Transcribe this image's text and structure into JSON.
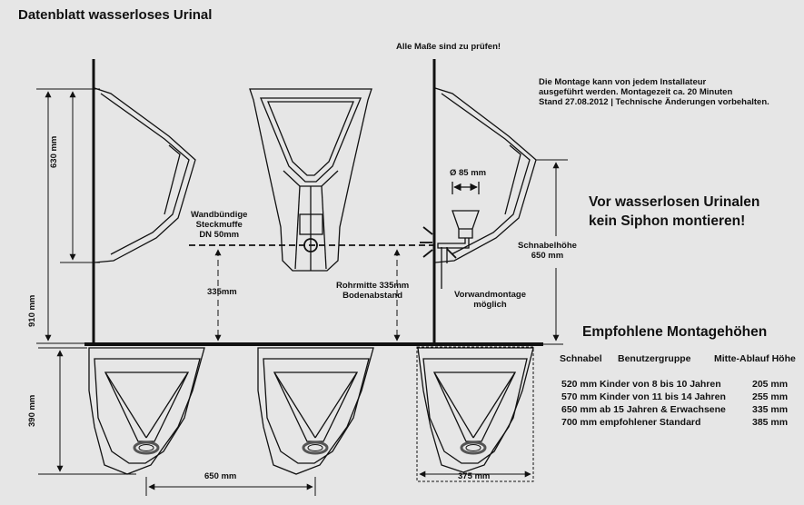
{
  "title": "Datenblatt wasserloses Urinal",
  "notice_check": "Alle Maße sind zu prüfen!",
  "info_lines": [
    "Die Montage kann von jedem Installateur",
    "ausgeführt werden. Montagezeit ca. 20 Minuten",
    "Stand 27.08.2012 | Technische Änderungen vorbehalten."
  ],
  "warning_lines": [
    "Vor wasserlosen Urinalen",
    "kein Siphon montieren!"
  ],
  "labels": {
    "dim_630": "630 mm",
    "dim_910": "910 mm",
    "dim_390": "390 mm",
    "dim_650_spacing": "650 mm",
    "dim_375": "375 mm",
    "dim_335": "335mm",
    "diameter_85": "Ø 85 mm",
    "socket_lines": [
      "Wandbündige",
      "Steckmuffe",
      "DN 50mm"
    ],
    "pipe_center_lines": [
      "Rohrmitte 335mm",
      "Bodenabstand"
    ],
    "front_wall_lines": [
      "Vorwandmontage",
      "möglich"
    ],
    "spout_height_lines": [
      "Schnabelhöhe",
      "650 mm"
    ]
  },
  "table": {
    "title": "Empfohlene Montagehöhen",
    "headers": [
      "Schnabel",
      "Benutzergruppe",
      "Mitte-Ablauf Höhe"
    ],
    "rows": [
      {
        "spout": "520 mm",
        "group": "Kinder von 8 bis 10 Jahren",
        "drain": "205 mm"
      },
      {
        "spout": "570 mm",
        "group": "Kinder von 11 bis 14 Jahren",
        "drain": "255 mm"
      },
      {
        "spout": "650 mm",
        "group": "ab  15 Jahren & Erwachsene",
        "drain": "335 mm"
      },
      {
        "spout": "700 mm",
        "group": "empfohlener Standard",
        "drain": "385 mm"
      }
    ]
  }
}
